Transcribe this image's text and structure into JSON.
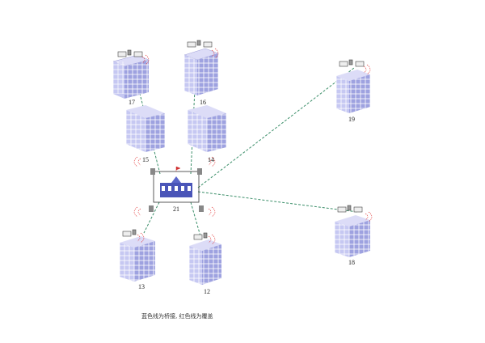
{
  "buildings": [
    {
      "id": "b17",
      "label": "17",
      "antenna": true
    },
    {
      "id": "b16",
      "label": "16",
      "antenna": true
    },
    {
      "id": "b15",
      "label": "15",
      "antenna": false
    },
    {
      "id": "b14",
      "label": "14",
      "antenna": false
    },
    {
      "id": "b19",
      "label": "19",
      "antenna": true
    },
    {
      "id": "b18",
      "label": "18",
      "antenna": true
    },
    {
      "id": "b13",
      "label": "13",
      "antenna": true
    },
    {
      "id": "b12",
      "label": "12",
      "antenna": true
    }
  ],
  "hub": {
    "label": "21"
  },
  "links": [
    {
      "to": "17",
      "type": "bridge"
    },
    {
      "to": "16",
      "type": "bridge"
    },
    {
      "to": "19",
      "type": "bridge"
    },
    {
      "to": "18",
      "type": "bridge"
    }
  ],
  "caption": "蓝色线为桥接, 红色线为覆盖",
  "colors": {
    "bridge": "#3c8f6a",
    "coverage": "#e03030",
    "building_front": "#c6c8f2",
    "building_side": "#9ea2e0",
    "building_top": "#dcdcf7",
    "window_grid": "#ffffff"
  }
}
